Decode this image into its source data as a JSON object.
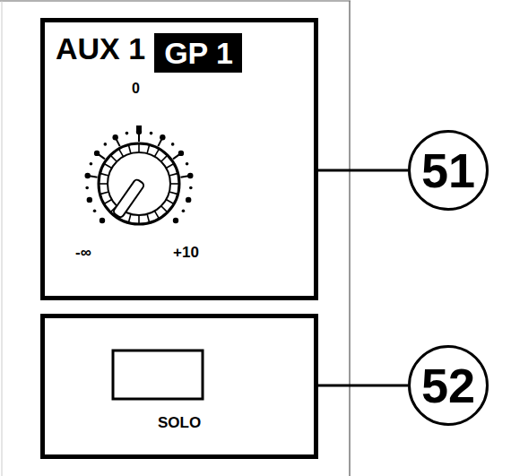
{
  "diagram": {
    "nodes": [
      {
        "text": [
          "AUX 1",
          "0",
          "-∞",
          "+10"
        ]
      },
      {
        "text": [
          "GP 1"
        ],
        "in": 0
      },
      {
        "text": [
          "SOLO"
        ]
      },
      {
        "text": [
          "51"
        ]
      },
      {
        "text": [
          "52"
        ]
      }
    ],
    "edges": [
      {
        "from": 0,
        "to": 3,
        "arrow": "none"
      },
      {
        "from": 2,
        "to": 4,
        "arrow": "none"
      }
    ]
  }
}
